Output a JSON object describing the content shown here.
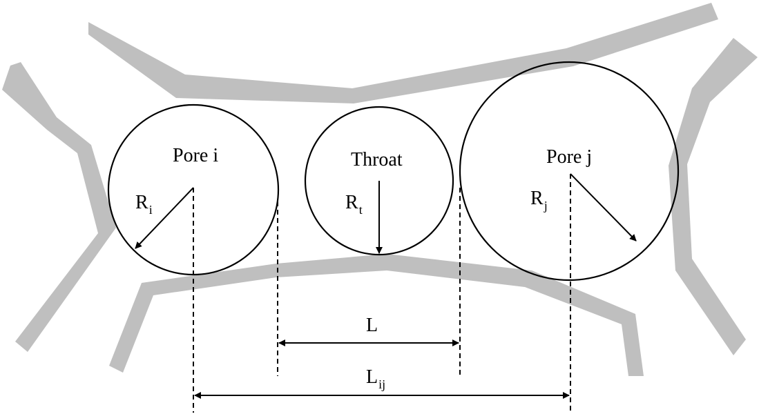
{
  "labels": {
    "pore_i": "Pore i",
    "throat": "Throat",
    "pore_j": "Pore j",
    "r_i_main": "R",
    "r_i_sub": "i",
    "r_t_main": "R",
    "r_t_sub": "t",
    "r_j_main": "R",
    "r_j_sub": "j",
    "l": "L",
    "l_ij_main": "L",
    "l_ij_sub": "ij"
  },
  "colors": {
    "solid_phase": "#bfbfbf",
    "line": "#000000",
    "background": "#ffffff"
  }
}
